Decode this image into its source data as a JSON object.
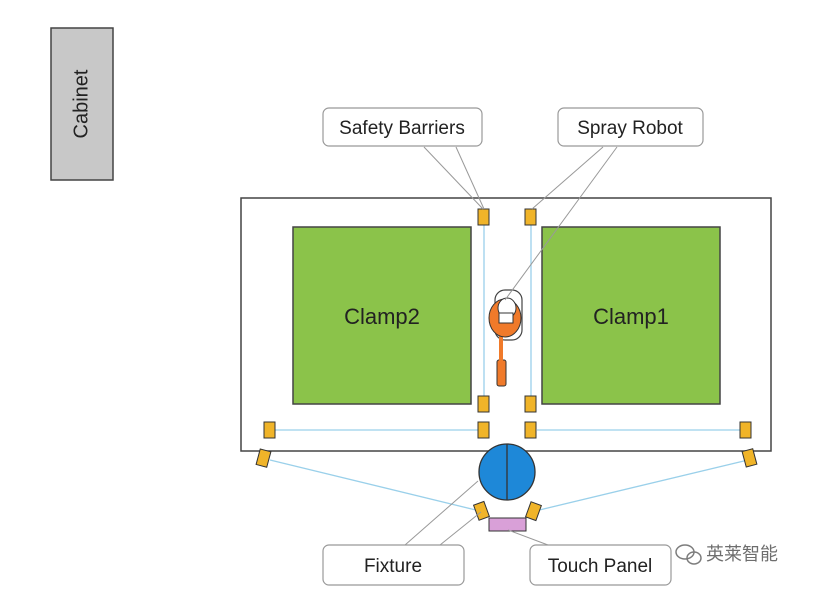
{
  "cabinet": {
    "label": "Cabinet",
    "fill": "#c8c8c8"
  },
  "clamps": [
    {
      "label": "Clamp2",
      "fill": "#8bc34a"
    },
    {
      "label": "Clamp1",
      "fill": "#8bc34a"
    }
  ],
  "callouts": {
    "safety_barriers": "Safety Barriers",
    "spray_robot": "Spray Robot",
    "fixture": "Fixture",
    "touch_panel": "Touch Panel"
  },
  "watermark": {
    "text": "英莱智能"
  },
  "colors": {
    "barrier_post": "#f0b429",
    "barrier_line": "#9ad0ea",
    "robot": "#f07a2a",
    "fixture": "#1e88d8",
    "touch_panel": "#d9a0d8",
    "leader_line": "#999999",
    "outline": "#444444"
  }
}
